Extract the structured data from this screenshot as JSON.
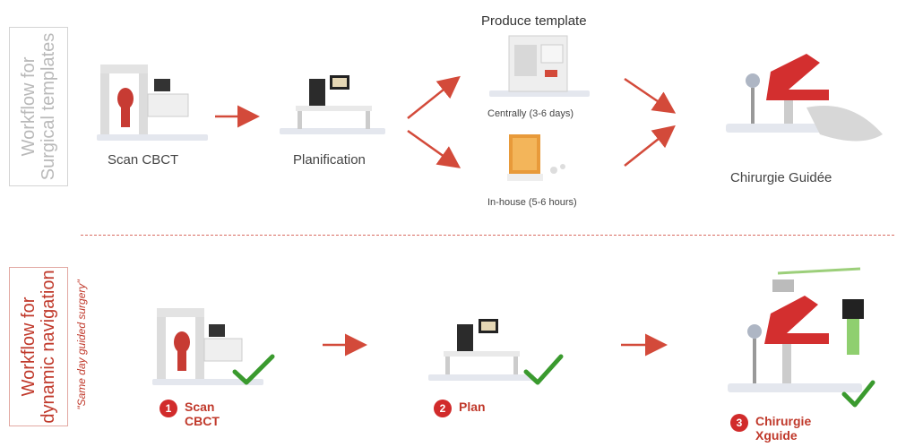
{
  "top_section": {
    "label": "Workflow for\nSurgical templates",
    "stages": {
      "scan": "Scan CBCT",
      "plan": "Planification",
      "produce_title": "Produce template",
      "produce_central": "Centrally (3-6 days)",
      "produce_inhouse": "In-house (5-6 hours)",
      "surgery": "Chirurgie Guidée"
    }
  },
  "bottom_section": {
    "label": "Workflow for\ndynamic navigation",
    "subtitle": "\"Same day guided surgery\"",
    "steps": [
      {
        "number": "1",
        "text": "Scan\nCBCT"
      },
      {
        "number": "2",
        "text": "Plan"
      },
      {
        "number": "3",
        "text": "Chirurgie\nXguide"
      }
    ]
  },
  "colors": {
    "accent": "#c0392b",
    "check": "#3a9a2e",
    "muted": "#b9b9b9"
  }
}
